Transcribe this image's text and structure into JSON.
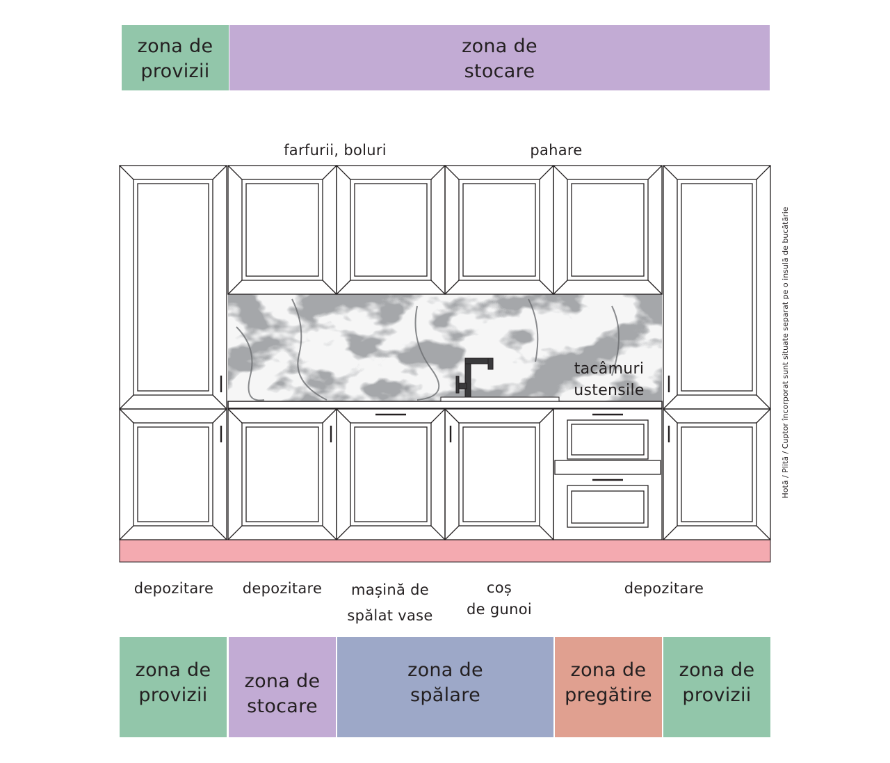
{
  "colors": {
    "provizii": "#92c6aa",
    "stocare": "#c2abd4",
    "spalare": "#9da8c8",
    "pregatire": "#e0a090",
    "plinth": "#f4aab0",
    "backsplash": "#a5a7aa",
    "outline": "#231f20"
  },
  "top_zones": [
    {
      "label": "zona de\nprovizii",
      "color": "#92c6aa"
    },
    {
      "label": "zona de\nstocare",
      "color": "#c2abd4"
    }
  ],
  "upper_labels": {
    "plates": "farfurii, boluri",
    "glasses": "pahare",
    "cutlery": "tacâmuri\nustensile"
  },
  "side_note": "Hotă / Plită / Cuptor încorporat sunt situate separat pe o insulă de bucătărie",
  "appliance_labels": {
    "storage_1": "depozitare",
    "storage_2": "depozitare",
    "dishwasher": "mașină de\nspălat vase",
    "trash": "coș\nde gunoi",
    "storage_3": "depozitare"
  },
  "bottom_zones": [
    {
      "label": "zona de\nprovizii",
      "color": "#92c6aa"
    },
    {
      "label": "zona de\nstocare",
      "color": "#c2abd4"
    },
    {
      "label": "zona de\nspălare",
      "color": "#9da8c8"
    },
    {
      "label": "zona de\npregătire",
      "color": "#e0a090"
    },
    {
      "label": "zona de\nprovizii",
      "color": "#92c6aa"
    }
  ]
}
